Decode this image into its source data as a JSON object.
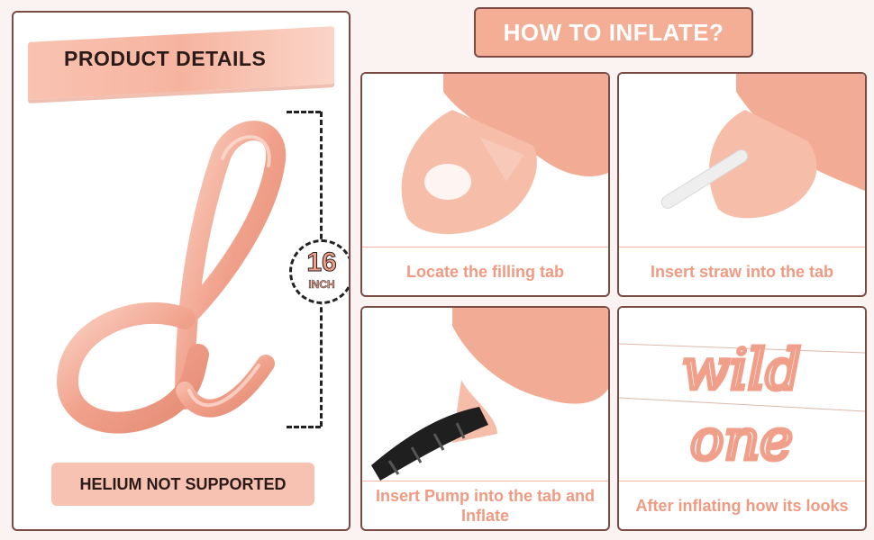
{
  "product_details": {
    "title": "PRODUCT DETAILS",
    "size_value": "16",
    "size_unit": "INCH",
    "helium_note": "HELIUM NOT SUPPORTED"
  },
  "how_to": {
    "title": "HOW TO INFLATE?",
    "steps": [
      {
        "caption": "Locate the filling tab"
      },
      {
        "caption": "Insert straw into the tab"
      },
      {
        "caption": "Insert Pump into the tab and Inflate"
      },
      {
        "caption": "After inflating how its looks"
      }
    ],
    "balloon_words": [
      "wild",
      "one"
    ]
  },
  "colors": {
    "rose_gold": "#f3a892",
    "accent": "#f5ae96",
    "border": "#7a4b45",
    "caption": "#f09a82"
  }
}
